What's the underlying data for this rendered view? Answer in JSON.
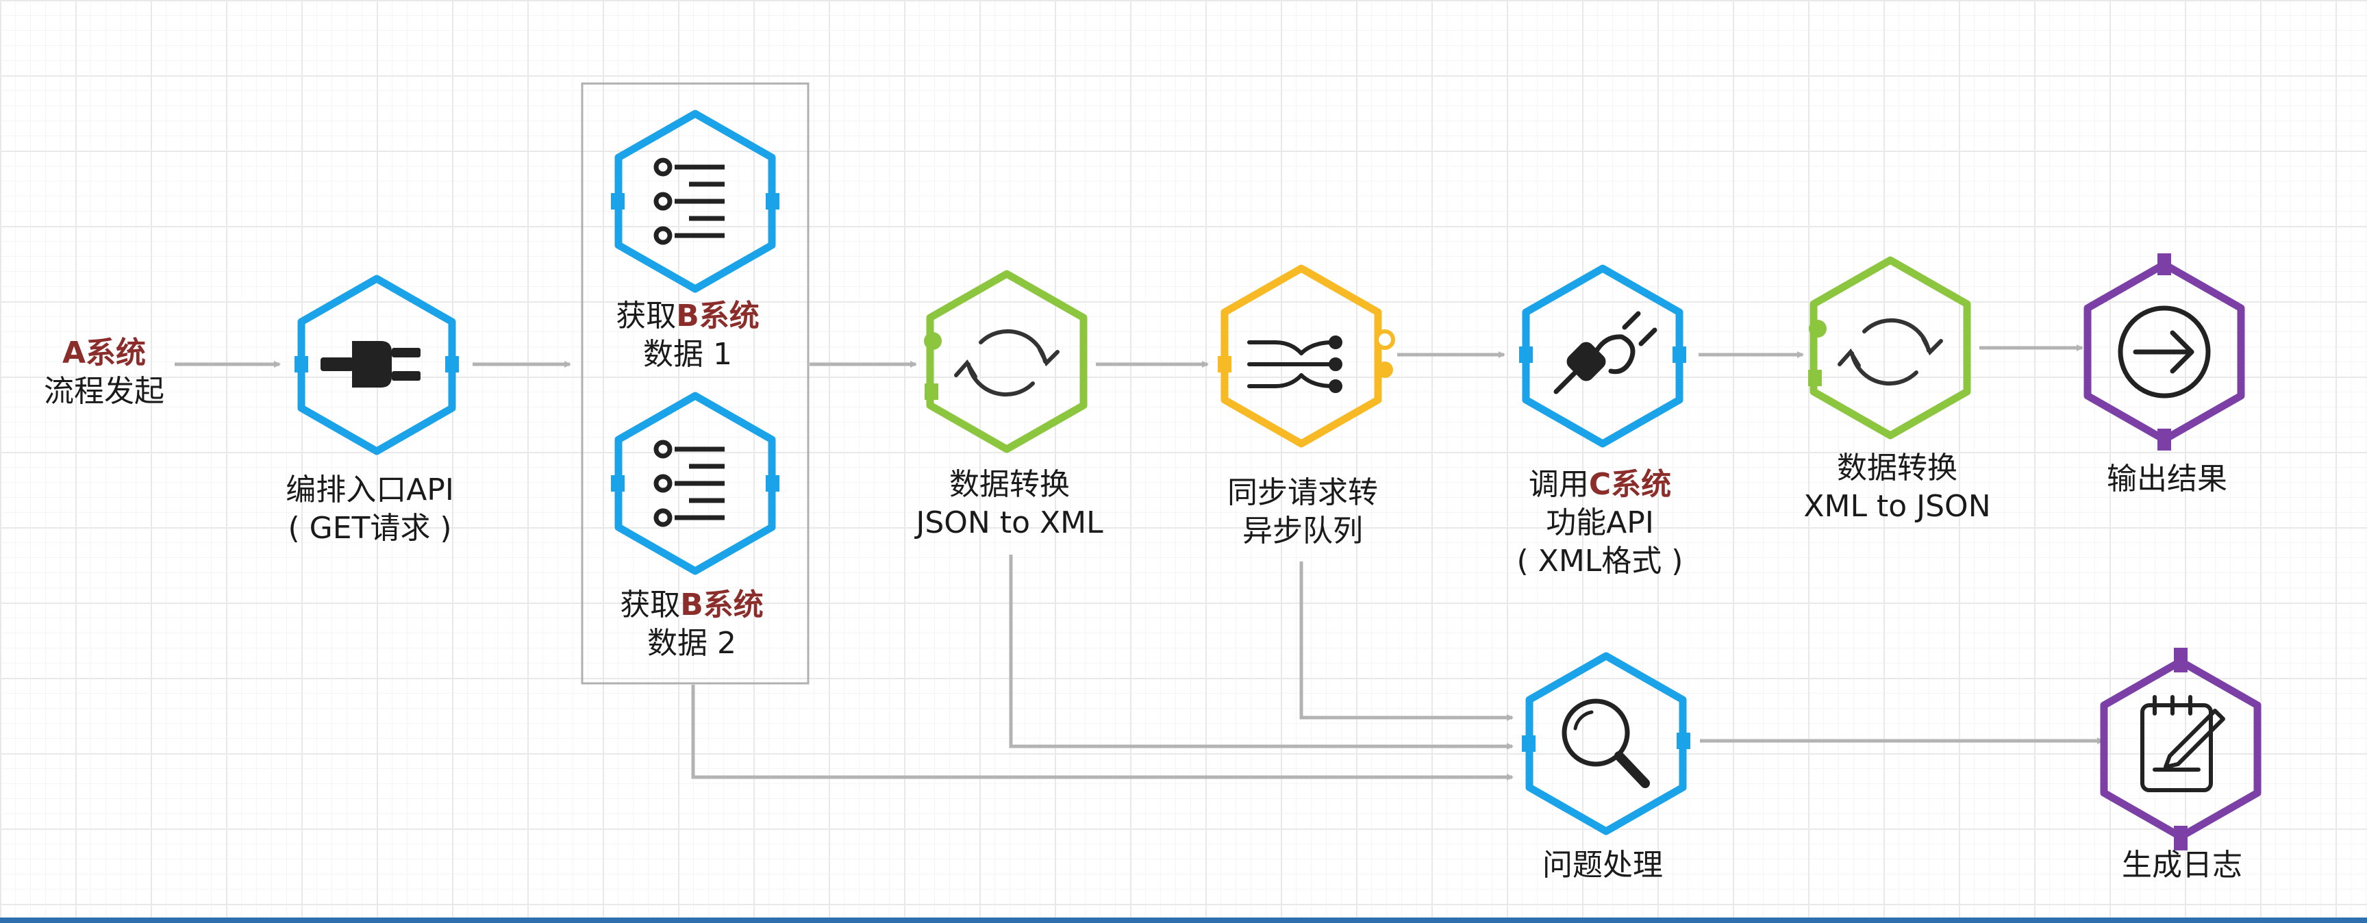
{
  "colors": {
    "blue": "#1aa3e8",
    "green": "#8cc63f",
    "yellow": "#f7b924",
    "purple": "#7b3fa6",
    "arrow": "#b3b3b3",
    "highlight": "#8b2e2b"
  },
  "start": {
    "prefix": "A系统",
    "line2": "流程发起"
  },
  "nodes": [
    {
      "id": "entry-api",
      "icon": "plug-icon",
      "line1": "编排入口API",
      "line2": "( GET请求 )"
    },
    {
      "id": "get-b-1",
      "icon": "list-icon",
      "line1_prefix": "获取",
      "line1_highlight": "B系统",
      "line2": "数据 1"
    },
    {
      "id": "get-b-2",
      "icon": "list-icon",
      "line1_prefix": "获取",
      "line1_highlight": "B系统",
      "line2": "数据 2"
    },
    {
      "id": "transform-1",
      "icon": "sync-icon",
      "line1": "数据转换",
      "line2": "JSON to XML"
    },
    {
      "id": "async-queue",
      "icon": "flow-split-icon",
      "line1": "同步请求转",
      "line2": "异步队列"
    },
    {
      "id": "call-c",
      "icon": "connector-icon",
      "line1_prefix": "调用",
      "line1_highlight": "C系统",
      "line2": "功能API",
      "line3": "( XML格式 )"
    },
    {
      "id": "transform-2",
      "icon": "sync-icon",
      "line1": "数据转换",
      "line2": "XML to JSON"
    },
    {
      "id": "output",
      "icon": "arrow-right-circle-icon",
      "line1": "输出结果"
    },
    {
      "id": "issue-handling",
      "icon": "magnifier-icon",
      "line1": "问题处理"
    },
    {
      "id": "gen-log",
      "icon": "notepad-pen-icon",
      "line1": "生成日志"
    }
  ]
}
